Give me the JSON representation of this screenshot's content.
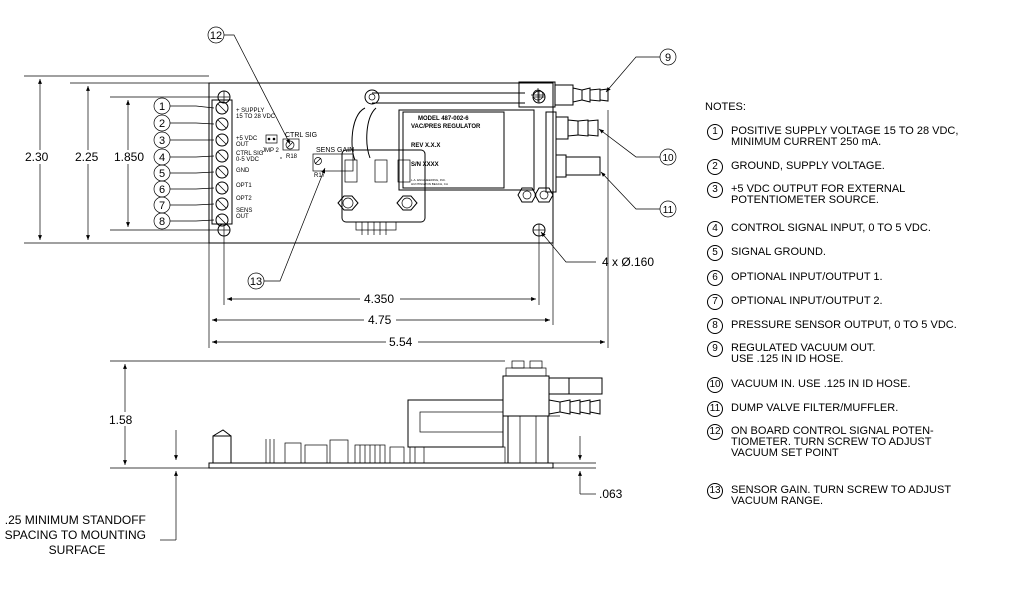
{
  "dimensions": {
    "overall_height": "2.30",
    "board_height": "2.25",
    "hole_spacing_v": "1.850",
    "hole_spacing_h": "4.350",
    "board_length": "4.75",
    "overall_length": "5.54",
    "mount_holes": "4 x Ø.160",
    "profile_height": "1.58",
    "board_thickness": ".063",
    "standoff": ".25 MINIMUM STANDOFF\nSPACING TO MOUNTING\nSURFACE"
  },
  "terminal_labels": [
    "+ SUPPLY\n15 TO 28 VDC",
    "+5 VDC\nOUT",
    "CTRL SIG\n0-5 VDC",
    "GND",
    "OPT1",
    "OPT2",
    "SENS\nOUT"
  ],
  "board_labels": {
    "ctrl_sig": "CTRL SIG",
    "sens_gain": "SENS GAIN",
    "jmp": "JMP 2",
    "r18": "R18",
    "r17": "R17"
  },
  "regulator_label": {
    "model": "MODEL 487-002-6",
    "name": "VAC/PRES REGULATOR",
    "rev": "REV X.X.X",
    "sn": "S/N XXXX",
    "maker": "L.A. ENGINEERING, INC.",
    "city": "HUNTINGTON BEACH, CA"
  },
  "callouts": [
    "1",
    "2",
    "3",
    "4",
    "5",
    "6",
    "7",
    "8",
    "9",
    "10",
    "11",
    "12",
    "13"
  ],
  "notes_title": "NOTES:",
  "notes": [
    {
      "num": "1",
      "text": "POSITIVE SUPPLY VOLTAGE 15 TO 28 VDC,\nMINIMUM CURRENT 250 mA."
    },
    {
      "num": "2",
      "text": "GROUND, SUPPLY VOLTAGE."
    },
    {
      "num": "3",
      "text": "+5 VDC OUTPUT FOR EXTERNAL\nPOTENTIOMETER SOURCE."
    },
    {
      "num": "4",
      "text": "CONTROL SIGNAL INPUT, 0 TO 5 VDC."
    },
    {
      "num": "5",
      "text": "SIGNAL GROUND."
    },
    {
      "num": "6",
      "text": "OPTIONAL INPUT/OUTPUT 1."
    },
    {
      "num": "7",
      "text": "OPTIONAL INPUT/OUTPUT 2."
    },
    {
      "num": "8",
      "text": "PRESSURE SENSOR OUTPUT, 0 TO 5 VDC."
    },
    {
      "num": "9",
      "text": "REGULATED VACUUM OUT.\nUSE .125 IN ID HOSE."
    },
    {
      "num": "10",
      "text": "VACUUM IN.  USE .125 IN ID HOSE."
    },
    {
      "num": "11",
      "text": "DUMP VALVE FILTER/MUFFLER."
    },
    {
      "num": "12",
      "text": "ON BOARD CONTROL SIGNAL POTEN-\nTIOMETER.  TURN SCREW TO ADJUST\nVACUUM SET POINT"
    },
    {
      "num": "13",
      "text": "SENSOR GAIN. TURN SCREW TO ADJUST\nVACUUM RANGE."
    }
  ]
}
